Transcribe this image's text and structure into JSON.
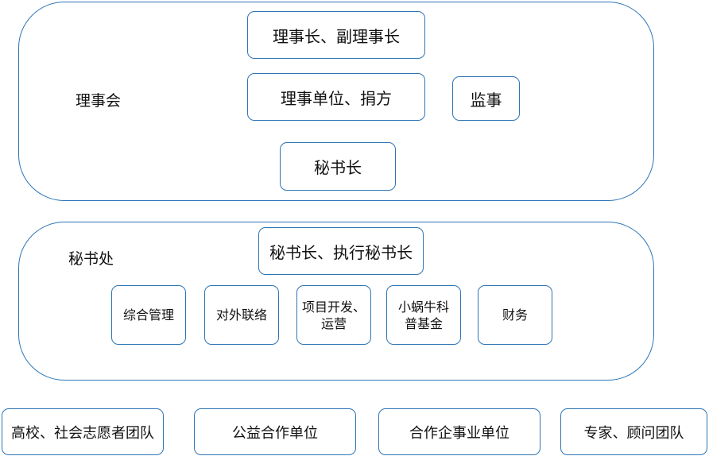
{
  "board": {
    "label": "理事会",
    "chairs": "理事长、副理事长",
    "members": "理事单位、捐方",
    "supervisor": "监事",
    "secretary_general": "秘书长"
  },
  "secretariat": {
    "label": "秘书处",
    "heads": "秘书长、执行秘书长",
    "departments": [
      "综合管理",
      "对外联络",
      "项目开发、\n运营",
      "小蜗牛科\n普基金",
      "财务"
    ]
  },
  "partners": [
    "高校、社会志愿者团队",
    "公益合作单位",
    "合作企事业单位",
    "专家、顾问团队"
  ]
}
